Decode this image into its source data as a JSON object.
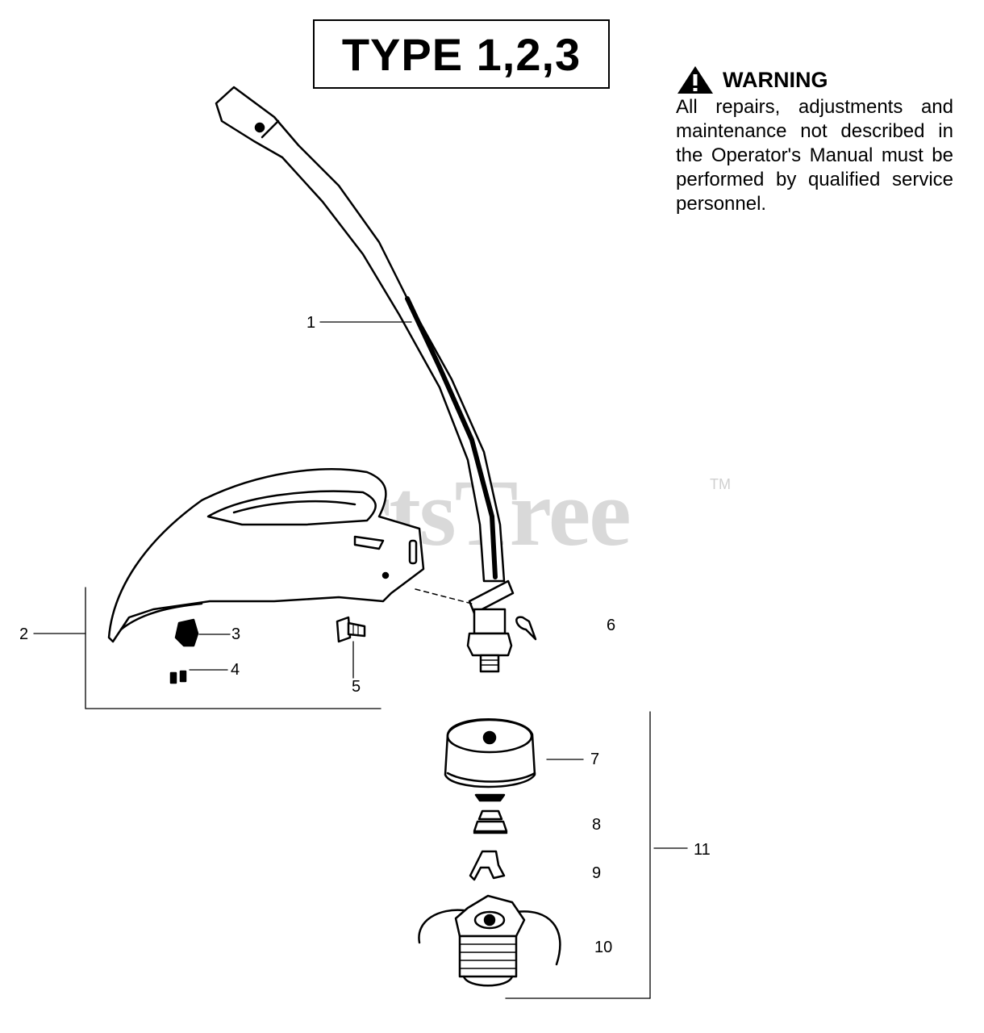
{
  "title": "TYPE 1,2,3",
  "warning": {
    "heading": "WARNING",
    "icon": "warning-triangle-icon",
    "body": "All repairs, adjustments and maintenance not described in the Operator's Manual must be performed by qualified service personnel."
  },
  "watermark": {
    "text": "PartsTree",
    "tm": "TM"
  },
  "callouts": [
    {
      "number": "1",
      "part": "curved shaft tube"
    },
    {
      "number": "2",
      "part": "guard assembly"
    },
    {
      "number": "3",
      "part": "line cutter blade"
    },
    {
      "number": "4",
      "part": "screws"
    },
    {
      "number": "5",
      "part": "bolt"
    },
    {
      "number": "6",
      "part": "retaining clip"
    },
    {
      "number": "7",
      "part": "trimmer head cover"
    },
    {
      "number": "8",
      "part": "spring"
    },
    {
      "number": "9",
      "part": "retainer"
    },
    {
      "number": "10",
      "part": "spool with line"
    },
    {
      "number": "11",
      "part": "trimmer head assembly"
    }
  ],
  "colors": {
    "line": "#000000",
    "watermark": "#d9d9d9"
  }
}
